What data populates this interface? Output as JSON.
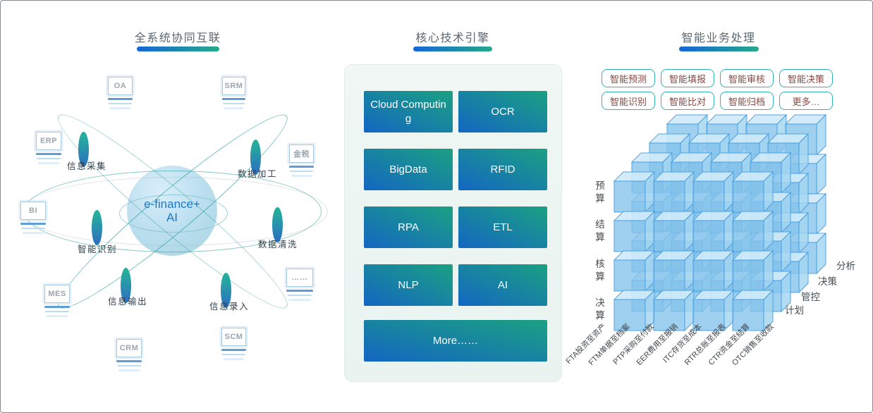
{
  "colors": {
    "accent_gradient_start": "#1566d6",
    "accent_gradient_end": "#25a98a",
    "button_gradient_start": "#1466c2",
    "button_gradient_end": "#1ba182",
    "tag_border": "#2fb3b8",
    "tag_text": "#8b4742",
    "cube_face": "#85c3ea",
    "cube_top": "#cfeaf8",
    "cube_side": "#a3d5f0",
    "cube_stroke": "#3f9ce6"
  },
  "interconnect": {
    "title": "全系统协同互联",
    "core": {
      "line1": "e-finance+",
      "line2": "AI"
    },
    "systems": [
      "OA",
      "SRM",
      "ERP",
      "金税",
      "BI",
      "MES",
      "CRM",
      "SCM",
      "……"
    ],
    "flows": [
      "信息采集",
      "数据加工",
      "智能识别",
      "数据清洗",
      "信息输出",
      "信息录入"
    ]
  },
  "engine": {
    "title": "核心技术引擎",
    "buttons": [
      "Cloud Computing",
      "OCR",
      "BigData",
      "RFID",
      "RPA",
      "ETL",
      "NLP",
      "AI"
    ],
    "more": "More……"
  },
  "business": {
    "title": "智能业务处理",
    "tags": [
      "智能预测",
      "智能填报",
      "智能审核",
      "智能决策",
      "智能识别",
      "智能比对",
      "智能归档",
      "更多…"
    ],
    "cube_axes": {
      "rows": [
        "预算",
        "结算",
        "核算",
        "决算"
      ],
      "layers": [
        "分析",
        "决策",
        "管控",
        "计划"
      ],
      "columns": [
        "FTA投资至资产",
        "FTM单据至档案",
        "PTP采购至付款",
        "EER费用至报销",
        "ITC存货至成本",
        "RTR总账至报表",
        "CTR资金至结算",
        "OTC销售至收款"
      ]
    }
  }
}
